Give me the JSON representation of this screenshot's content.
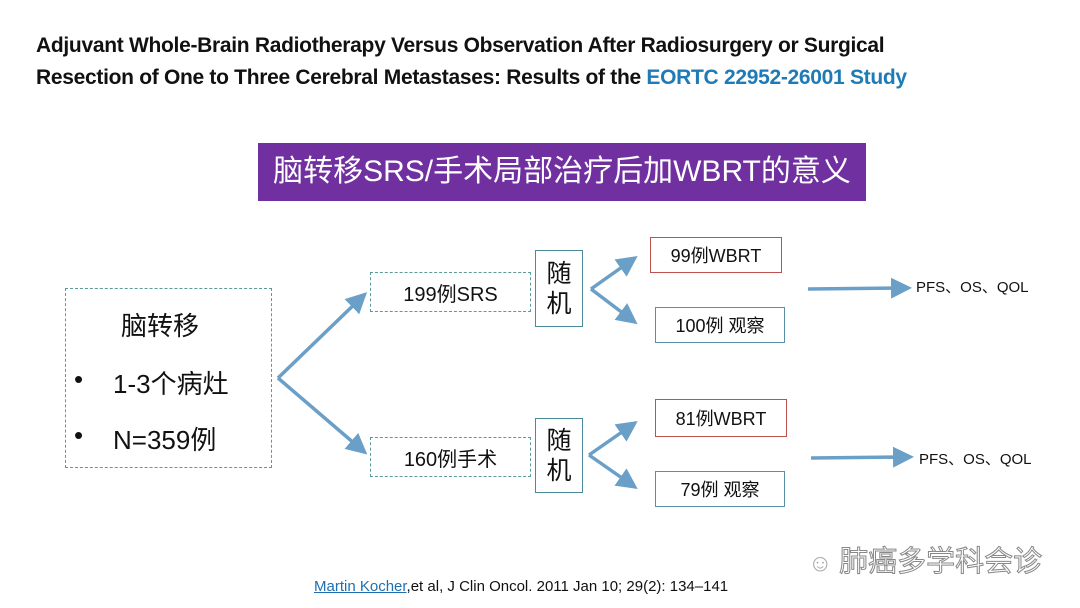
{
  "title": {
    "line1": "Adjuvant Whole-Brain Radiotherapy Versus Observation After Radiosurgery or Surgical",
    "line2_prefix": "Resection of One to Three Cerebral Metastases: Results of the ",
    "line2_highlight": "EORTC 22952-26001 Study"
  },
  "banner": "脑转移SRS/手术局部治疗后加WBRT的意义",
  "left_box": {
    "heading": "脑转移",
    "bullets": [
      "1-3个病灶",
      "N=359例"
    ],
    "bullet_glyph": "•"
  },
  "arms": [
    {
      "label": "199例SRS",
      "random": [
        "随",
        "机"
      ],
      "wbrt": "99例WBRT",
      "obs": "100例 观察",
      "outcome": "PFS、OS、QOL"
    },
    {
      "label": "160例手术",
      "random": [
        "随",
        "机"
      ],
      "wbrt": "81例WBRT",
      "obs": "79例 观察",
      "outcome": "PFS、OS、QOL"
    }
  ],
  "citation": {
    "author": "Martin Kocher",
    "rest": ",et al, J Clin Oncol. 2011 Jan 10; 29(2): 134–141"
  },
  "watermark": "肺癌多学科会诊",
  "colors": {
    "banner": "#7030a0",
    "arrow": "#6a9fc8",
    "highlight": "#1f7bb6"
  }
}
